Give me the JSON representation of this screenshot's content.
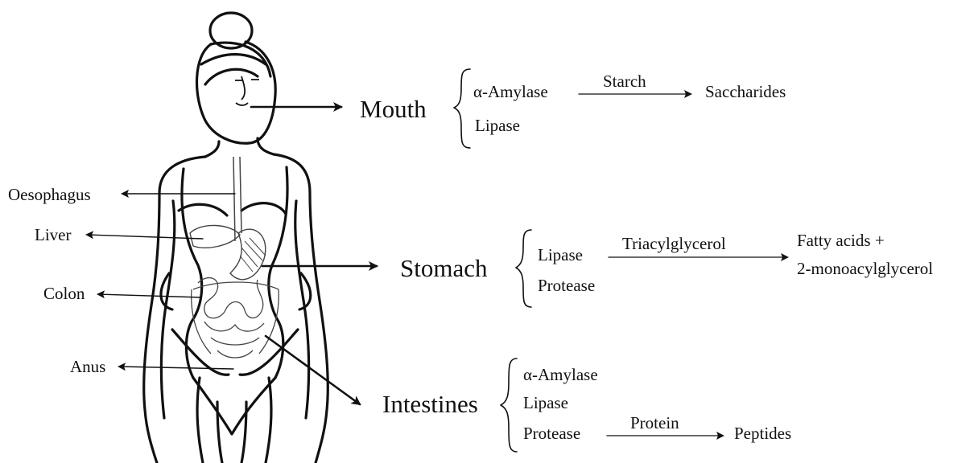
{
  "left_labels": {
    "oesophagus": "Oesophagus",
    "liver": "Liver",
    "colon": "Colon",
    "anus": "Anus"
  },
  "mouth": {
    "organ": "Mouth",
    "enzymes": [
      "α-Amylase",
      "Lipase"
    ],
    "reaction": {
      "substrate": "Starch",
      "product": "Saccharides"
    }
  },
  "stomach": {
    "organ": "Stomach",
    "enzymes": [
      "Lipase",
      "Protease"
    ],
    "reaction": {
      "substrate": "Triacylglycerol",
      "product_line1": "Fatty acids +",
      "product_line2": "2-monoacylglycerol"
    }
  },
  "intestines": {
    "organ": "Intestines",
    "enzymes": [
      "α-Amylase",
      "Lipase",
      "Protease"
    ],
    "reaction": {
      "substrate": "Protein",
      "product": "Peptides"
    }
  }
}
